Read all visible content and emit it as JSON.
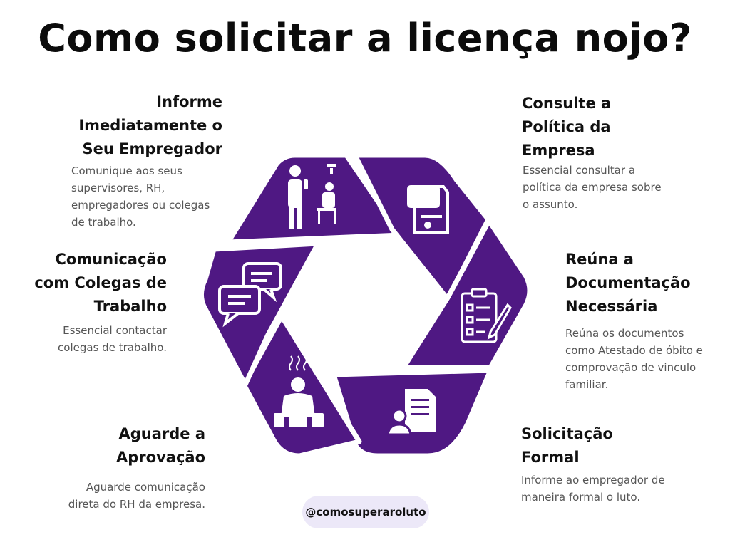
{
  "title": "Como solicitar a licença nojo?",
  "colors": {
    "segment": "#4f1883",
    "icon": "#ffffff",
    "handle_bg": "#ece8f8"
  },
  "steps": [
    {
      "heading": "Informe\nImediatamente o\nSeu Empregador",
      "description": "Comunique aos seus\nsupervisores, RH,\nempregadores ou colegas\nde trabalho.",
      "icon": "worried-person-icon"
    },
    {
      "heading": "Consulte a\nPolítica da\nEmpresa",
      "description": "Essencial consultar a\npolítica da empresa sobre\no assunto.",
      "icon": "policy-document-icon"
    },
    {
      "heading": "Reúna a\nDocumentação\nNecessária",
      "description": "Reúna os documentos\ncomo Atestado de óbito e\ncomprovação de vinculo\nfamiliar.",
      "icon": "clipboard-checklist-icon"
    },
    {
      "heading": "Solicitação\nFormal",
      "description": "Informe ao empregador de\nmaneira formal o luto.",
      "icon": "user-document-icon"
    },
    {
      "heading": "Aguarde a\nAprovação",
      "description": "Aguarde comunicação\ndireta do RH da empresa.",
      "icon": "sad-person-sitting-icon"
    },
    {
      "heading": "Comunicação\ncom Colegas de\nTrabalho",
      "description": "Essencial contactar\ncolegas de trabalho.",
      "icon": "chat-bubbles-icon"
    }
  ],
  "handle": "@comosuperaroluto"
}
